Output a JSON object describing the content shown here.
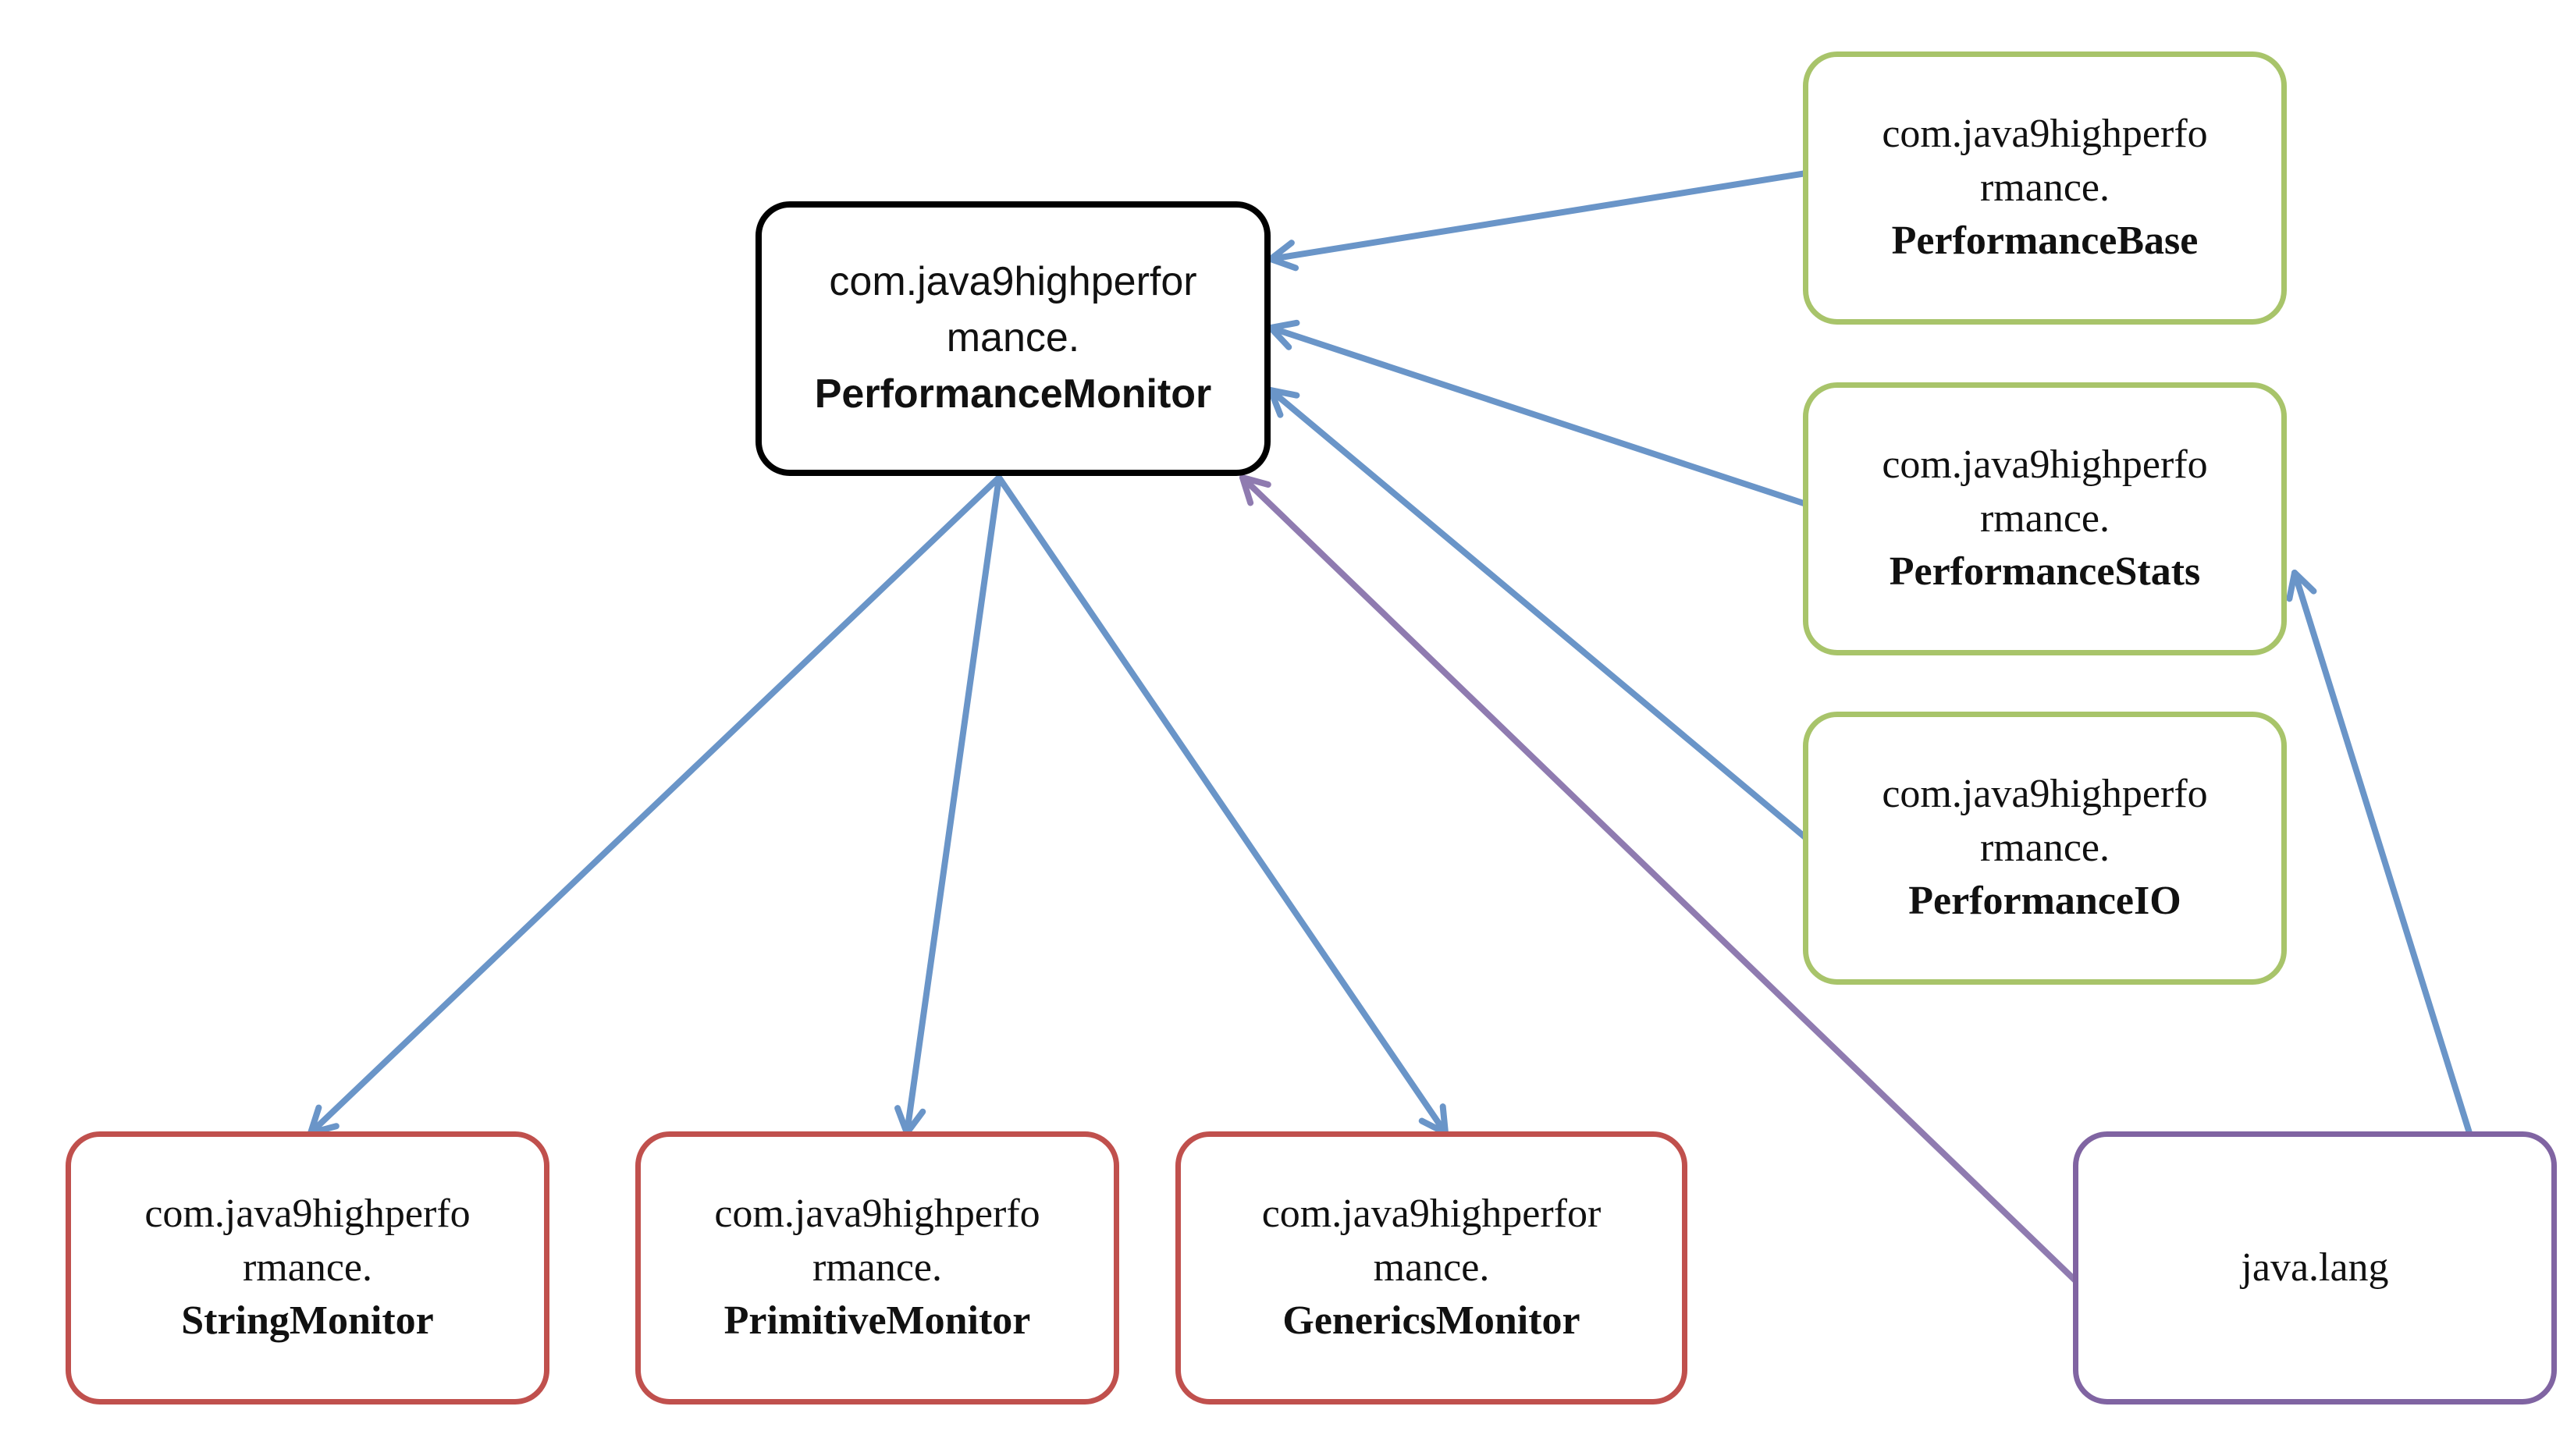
{
  "colors": {
    "root_border": "#000000",
    "dependency_border": "#a8c46a",
    "dependent_border": "#c0504d",
    "platform_border": "#8064a2",
    "arrow_blue": "#6a95c8",
    "arrow_purple": "#8f7bb0"
  },
  "nodes": {
    "root": {
      "line1": "com.java9highperfor",
      "line2": "mance.",
      "name": "PerformanceMonitor"
    },
    "base": {
      "line1": "com.java9highperfo",
      "line2": "rmance.",
      "name": "PerformanceBase"
    },
    "stats": {
      "line1": "com.java9highperfo",
      "line2": "rmance.",
      "name": "PerformanceStats"
    },
    "io": {
      "line1": "com.java9highperfo",
      "line2": "rmance.",
      "name": "PerformanceIO"
    },
    "string": {
      "line1": "com.java9highperfo",
      "line2": "rmance.",
      "name": "StringMonitor"
    },
    "primitive": {
      "line1": "com.java9highperfo",
      "line2": "rmance.",
      "name": "PrimitiveMonitor"
    },
    "generics": {
      "line1": "com.java9highperfor",
      "line2": "mance.",
      "name": "GenericsMonitor"
    },
    "lang": {
      "name": "java.lang"
    }
  },
  "edges": [
    {
      "from": "base",
      "to": "root",
      "color": "blue"
    },
    {
      "from": "stats",
      "to": "root",
      "color": "blue"
    },
    {
      "from": "io",
      "to": "root",
      "color": "blue"
    },
    {
      "from": "lang",
      "to": "root",
      "color": "purple"
    },
    {
      "from": "lang",
      "to": "stats",
      "color": "blue"
    },
    {
      "from": "root",
      "to": "string",
      "color": "blue"
    },
    {
      "from": "root",
      "to": "primitive",
      "color": "blue"
    },
    {
      "from": "root",
      "to": "generics",
      "color": "blue"
    }
  ]
}
